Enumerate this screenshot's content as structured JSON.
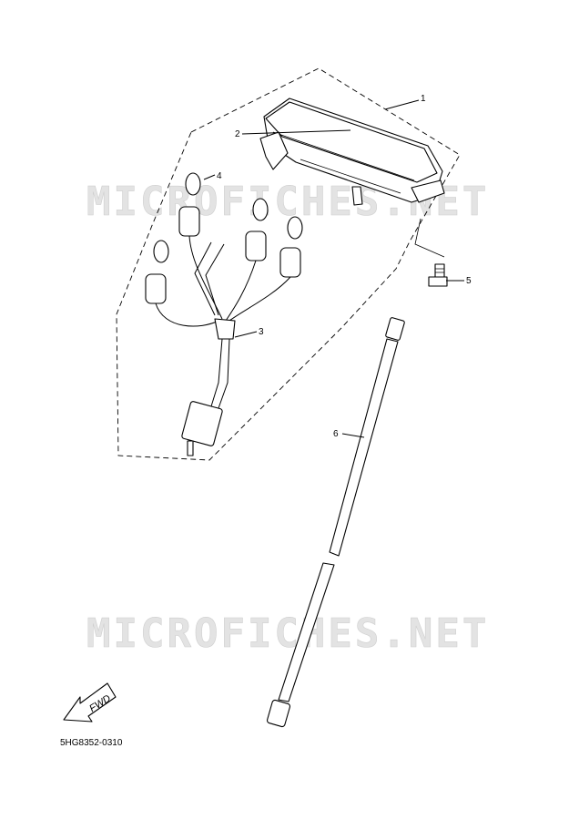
{
  "watermarks": [
    "MICROFICHES.NET",
    "MICROFICHES.NET"
  ],
  "callouts": [
    "1",
    "2",
    "3",
    "4",
    "5",
    "6"
  ],
  "fwd_label": "FWD",
  "drawing_code": "5HG8352-0310"
}
